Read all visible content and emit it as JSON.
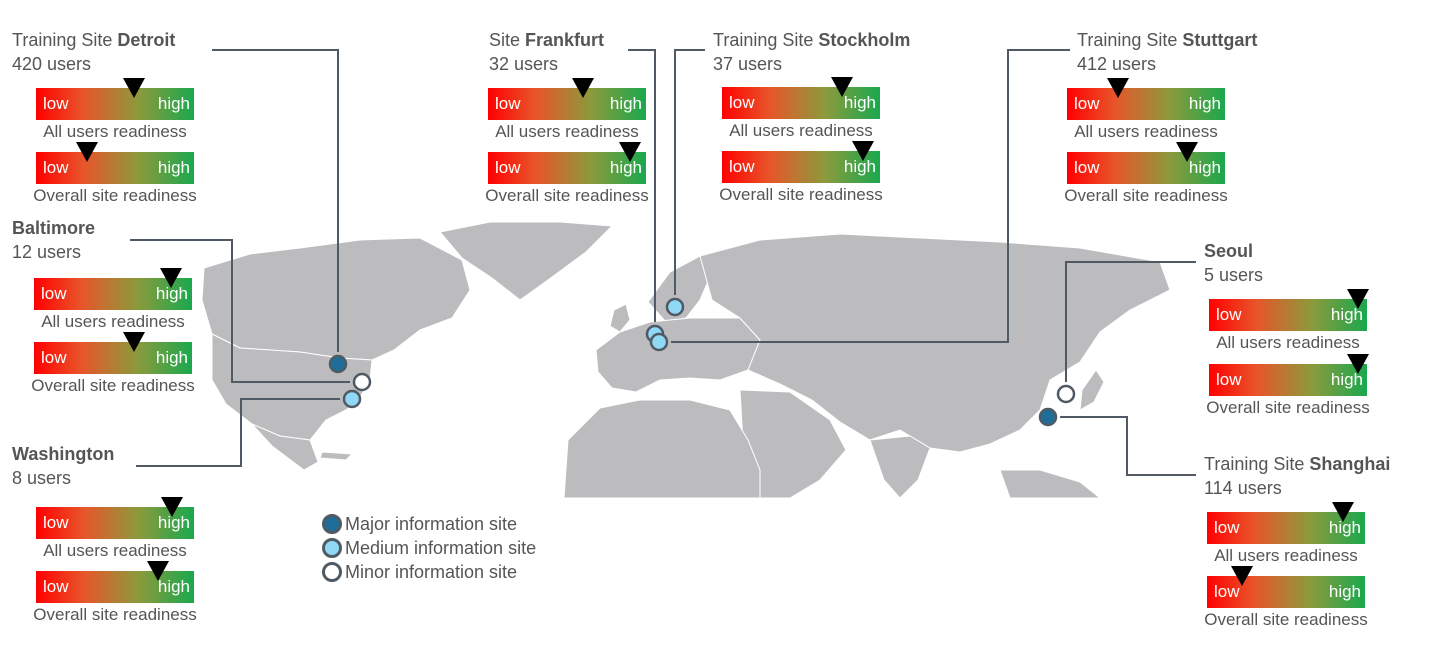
{
  "colors": {
    "major": "#1f6e99",
    "medium": "#8fd9f6",
    "minor": "#ffffff",
    "marker_border": "#505a64",
    "map_land": "#bcbcbe",
    "leader_line": "#505a64"
  },
  "sites": [
    {
      "id": "detroit",
      "prefix": "Training  Site ",
      "name": "Detroit",
      "users": "420 users",
      "category": "major",
      "all_users": {
        "low": "low",
        "high": "high",
        "caption": "All users readiness",
        "level": 0.62
      },
      "overall": {
        "low": "low",
        "high": "high",
        "caption": "Overall site readiness",
        "level": 0.32
      }
    },
    {
      "id": "baltimore",
      "prefix": "",
      "name": "Baltimore",
      "users": "12 users",
      "category": "minor",
      "all_users": {
        "low": "low",
        "high": "high",
        "caption": "All users readiness",
        "level": 0.87
      },
      "overall": {
        "low": "low",
        "high": "high",
        "caption": "Overall site readiness",
        "level": 0.63
      }
    },
    {
      "id": "washington",
      "prefix": "",
      "name": "Washington",
      "users": "8 users",
      "category": "medium",
      "all_users": {
        "low": "low",
        "high": "high",
        "caption": "All users readiness",
        "level": 0.86
      },
      "overall": {
        "low": "low",
        "high": "high",
        "caption": "Overall site readiness",
        "level": 0.77
      }
    },
    {
      "id": "frankfurt",
      "prefix": "Site ",
      "name": "Frankfurt",
      "users": "32 users",
      "category": "medium",
      "all_users": {
        "low": "low",
        "high": "high",
        "caption": "All users readiness",
        "level": 0.6
      },
      "overall": {
        "low": "low",
        "high": "high",
        "caption": "Overall site readiness",
        "level": 0.9
      }
    },
    {
      "id": "stockholm",
      "prefix": "Training  Site ",
      "name": "Stockholm",
      "users": "37 users",
      "category": "medium",
      "all_users": {
        "low": "low",
        "high": "high",
        "caption": "All users readiness",
        "level": 0.76
      },
      "overall": {
        "low": "low",
        "high": "high",
        "caption": "Overall site readiness",
        "level": 0.89
      }
    },
    {
      "id": "stuttgart",
      "prefix": "Training  Site ",
      "name": "Stuttgart",
      "users": "412 users",
      "category": "medium",
      "all_users": {
        "low": "low",
        "high": "high",
        "caption": "All users readiness",
        "level": 0.32
      },
      "overall": {
        "low": "low",
        "high": "high",
        "caption": "Overall site readiness",
        "level": 0.76
      }
    },
    {
      "id": "seoul",
      "prefix": "",
      "name": "Seoul",
      "users": "5 users",
      "category": "minor",
      "all_users": {
        "low": "low",
        "high": "high",
        "caption": "All users readiness",
        "level": 0.94
      },
      "overall": {
        "low": "low",
        "high": "high",
        "caption": "Overall site readiness",
        "level": 0.94
      }
    },
    {
      "id": "shanghai",
      "prefix": "Training  Site ",
      "name": "Shanghai",
      "users": "114 users",
      "category": "major",
      "all_users": {
        "low": "low",
        "high": "high",
        "caption": "All users readiness",
        "level": 0.86
      },
      "overall": {
        "low": "low",
        "high": "high",
        "caption": "Overall site readiness",
        "level": 0.22
      }
    }
  ],
  "legend": [
    {
      "category": "major",
      "label": "Major information site"
    },
    {
      "category": "medium",
      "label": "Medium information site"
    },
    {
      "category": "minor",
      "label": "Minor information site"
    }
  ]
}
